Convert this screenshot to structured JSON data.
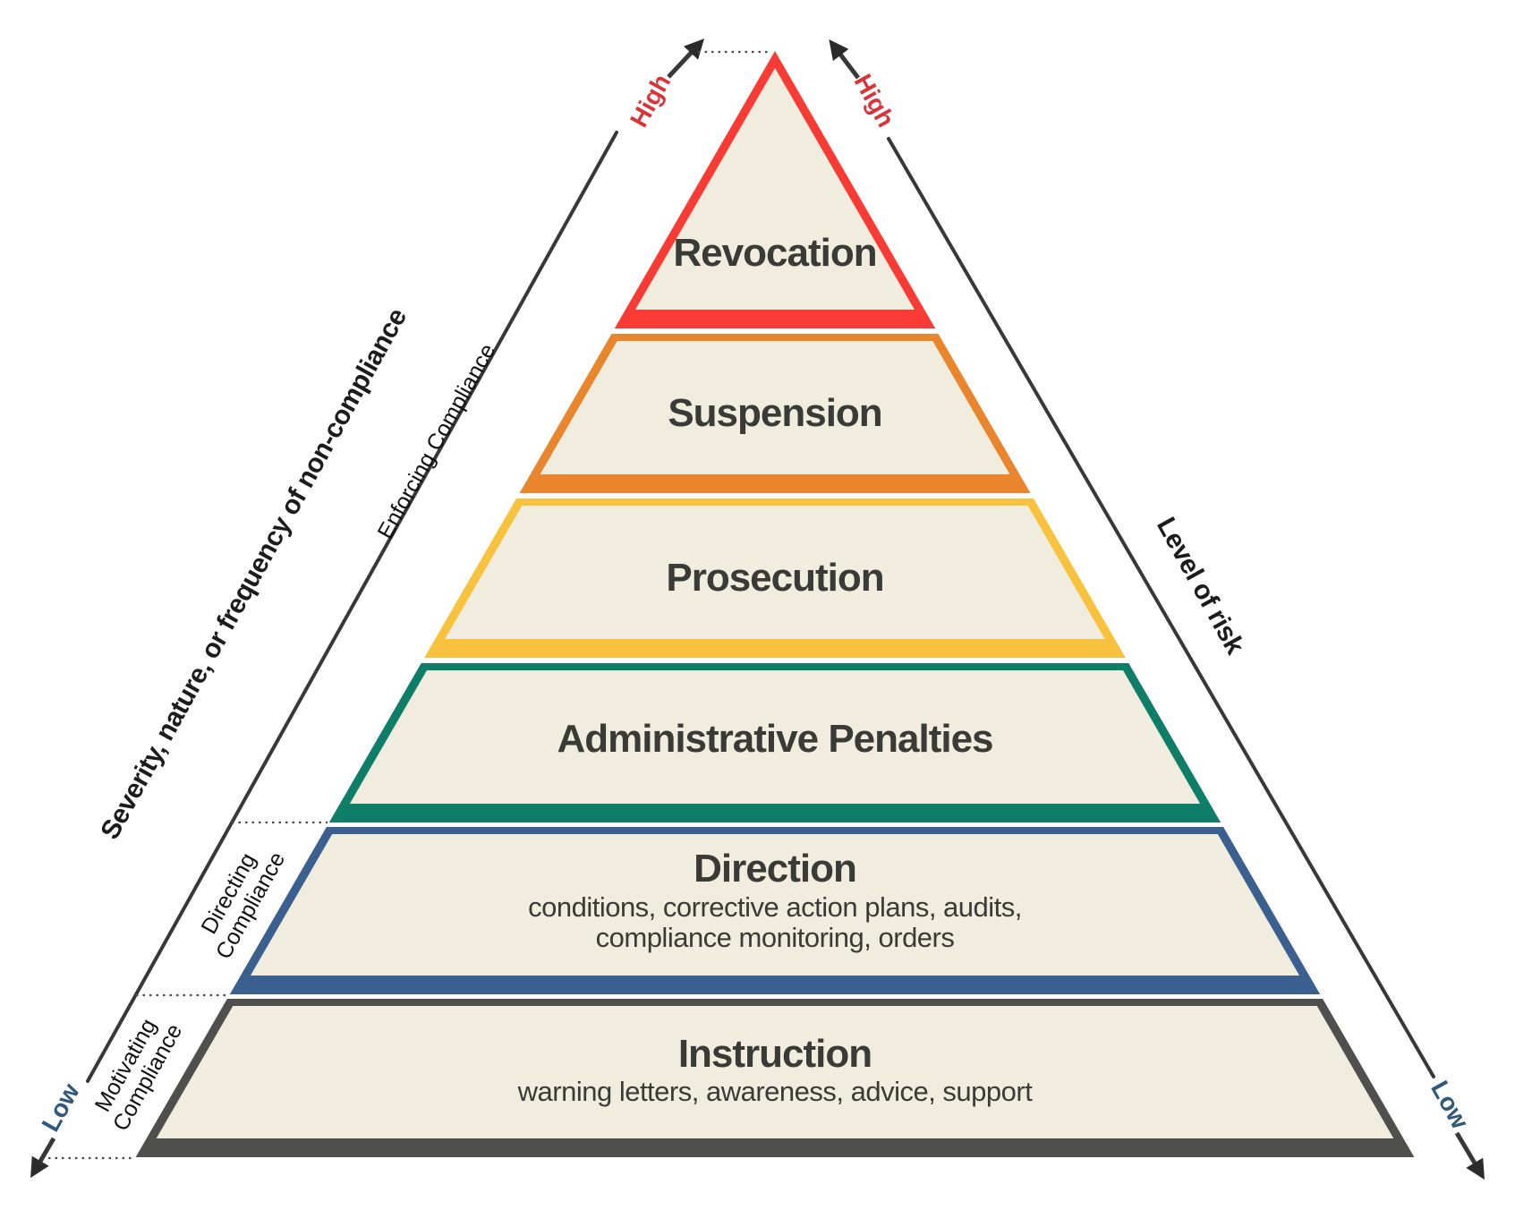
{
  "theme": {
    "background": "#ffffff",
    "layer_fill": "#f0edde",
    "text_color": "#3a3a37",
    "line_color": "#383838",
    "dotted_color": "#4a4a4a",
    "high_color": "#d8353a",
    "low_color": "#2f587b"
  },
  "pyramid": {
    "layers": [
      {
        "label": "Revocation",
        "color": "#f93b35"
      },
      {
        "label": "Suspension",
        "color": "#e8852d"
      },
      {
        "label": "Prosecution",
        "color": "#f9c23e"
      },
      {
        "label": "Administrative Penalties",
        "color": "#0f7e68"
      },
      {
        "label": "Direction",
        "color": "#3b6090",
        "sublines": [
          "conditions, corrective action plans, audits,",
          "compliance monitoring, orders"
        ]
      },
      {
        "label": "Instruction",
        "color": "#4f4f4d",
        "sublines": [
          "warning letters, awareness, advice, support"
        ]
      }
    ]
  },
  "left_axis": {
    "title": "Severity, nature, or frequency of non-compliance",
    "high": "High",
    "low": "Low",
    "zones": [
      {
        "lines": [
          "Enforcing Compliance"
        ]
      },
      {
        "lines": [
          "Directing",
          "Compliance"
        ]
      },
      {
        "lines": [
          "Motivating",
          "Compliance"
        ]
      }
    ]
  },
  "right_axis": {
    "title": "Level of risk",
    "high": "High",
    "low": "Low"
  }
}
